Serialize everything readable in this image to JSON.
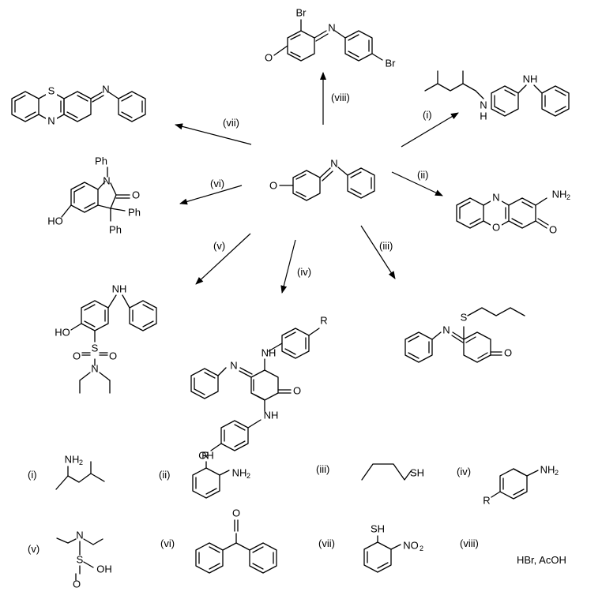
{
  "step_labels": {
    "i": "(i)",
    "ii": "(ii)",
    "iii": "(iii)",
    "iv": "(iv)",
    "v": "(v)",
    "vi": "(vi)",
    "vii": "(vii)",
    "viii": "(viii)"
  },
  "atoms": {
    "O": "O",
    "N": "N",
    "S": "S",
    "H": "H",
    "R": "R",
    "Br": "Br",
    "HO": "HO",
    "NH": "NH",
    "NH2": "NH",
    "two": "2",
    "OH": "OH",
    "SH": "SH",
    "Ph": "Ph",
    "NO2": "NO",
    "O_eq": "O"
  },
  "reagent_viii": "HBr, AcOH"
}
